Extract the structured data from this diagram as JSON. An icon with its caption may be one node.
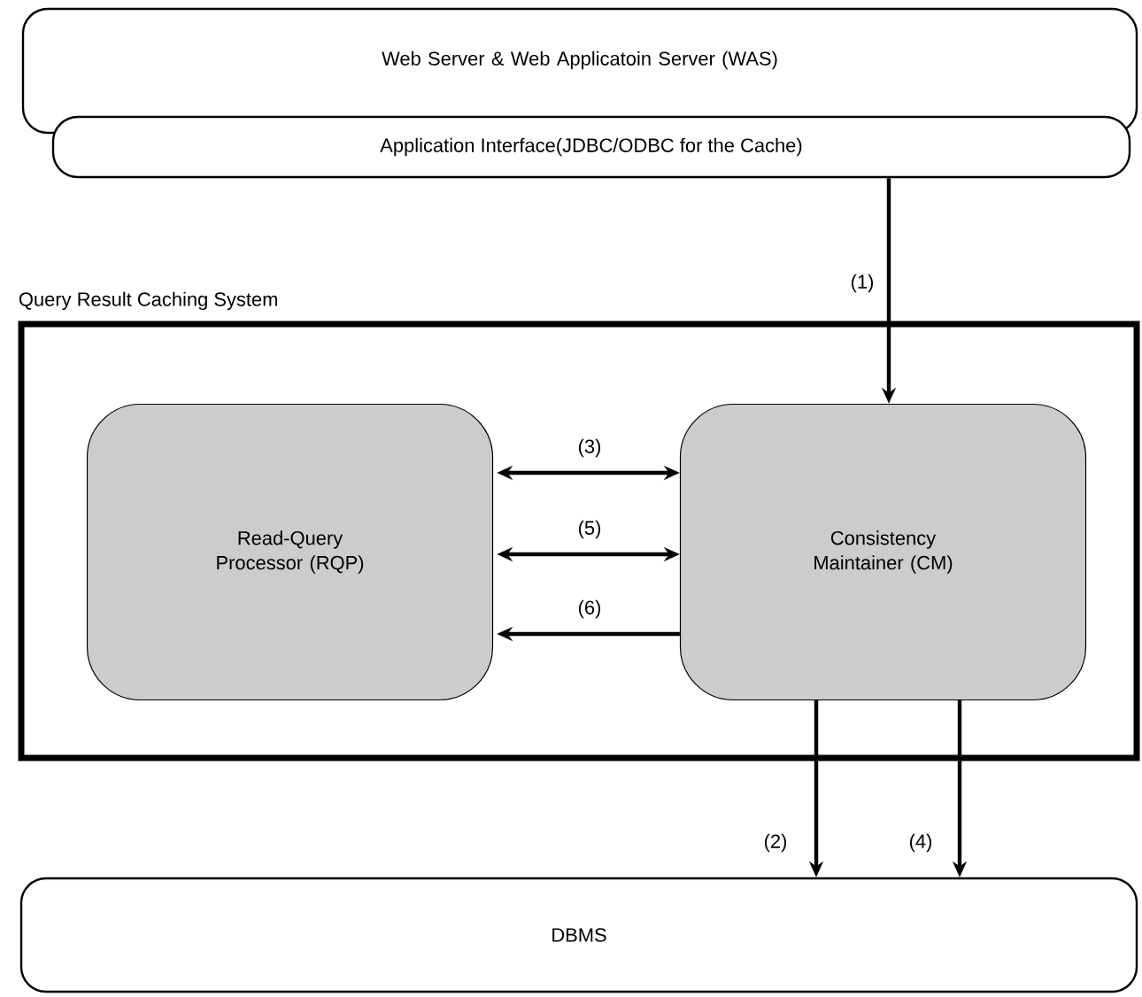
{
  "diagram": {
    "nodes": [
      {
        "text": [
          "Web Server & Web Applicatoin Server (WAS)"
        ]
      },
      {
        "text": [
          "Application Interface(JDBC/ODBC for the Cache)"
        ]
      },
      {
        "text": [
          "Query Result Caching System"
        ]
      },
      {
        "text": [
          "Read-Query Processor (RQP)"
        ],
        "in": 2
      },
      {
        "text": [
          "Consistency Maintainer (CM)"
        ],
        "in": 2
      },
      {
        "text": [
          "DBMS"
        ]
      }
    ],
    "edges": [
      {
        "from": 1,
        "to": 4,
        "arrow": "to",
        "label": "(1)"
      },
      {
        "from": 4,
        "to": 3,
        "arrow": "both",
        "label": "(3)"
      },
      {
        "from": 4,
        "to": 3,
        "arrow": "both",
        "label": "(5)"
      },
      {
        "from": 4,
        "to": 3,
        "arrow": "to",
        "label": "(6)"
      },
      {
        "from": 4,
        "to": 5,
        "arrow": "to",
        "label": "(2)"
      },
      {
        "from": 4,
        "to": 5,
        "arrow": "to",
        "label": "(4)"
      }
    ]
  }
}
